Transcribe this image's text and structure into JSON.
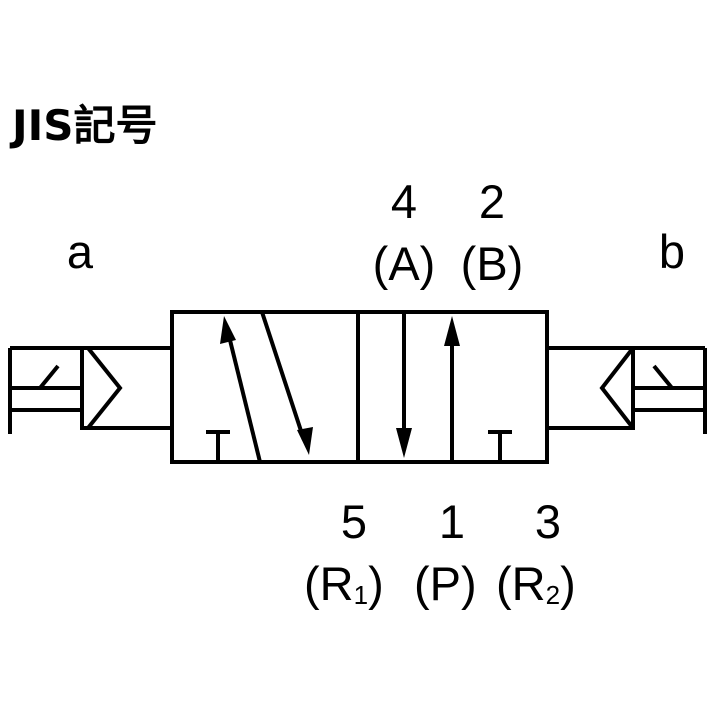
{
  "title": "JIS記号",
  "side_labels": {
    "left": "a",
    "right": "b"
  },
  "ports_top": [
    {
      "number": "4",
      "label": "(A)"
    },
    {
      "number": "2",
      "label": "(B)"
    }
  ],
  "ports_bottom": [
    {
      "number": "5",
      "label_open": "(R",
      "label_sub": "1",
      "label_close": ")"
    },
    {
      "number": "1",
      "label_open": "(P",
      "label_sub": "",
      "label_close": ")"
    },
    {
      "number": "3",
      "label_open": "(R",
      "label_sub": "2",
      "label_close": ")"
    }
  ],
  "colors": {
    "ink": "#000000",
    "background": "#ffffff"
  }
}
